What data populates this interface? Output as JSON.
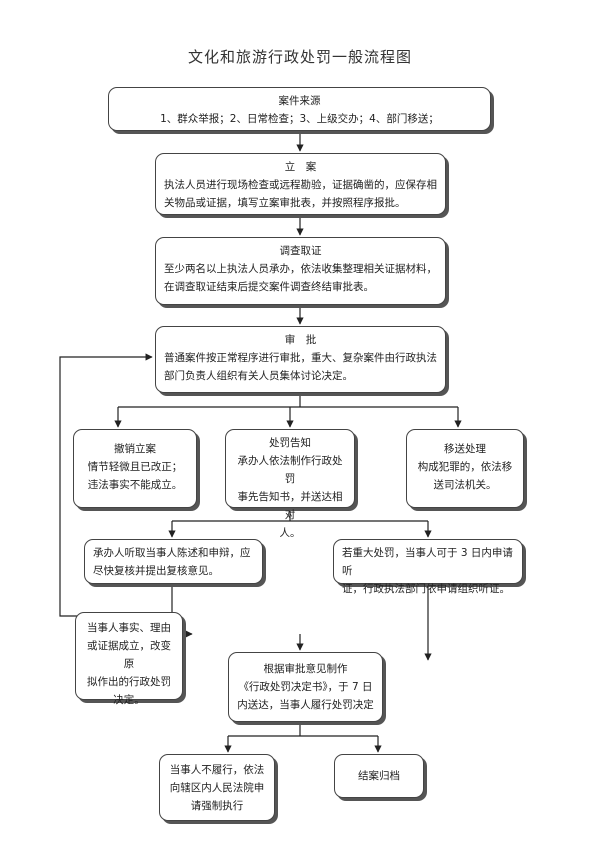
{
  "title": "文化和旅游行政处罚一般流程图",
  "nodes": {
    "source": {
      "head": "案件来源",
      "body": "1、群众举报；2、日常检查；3、上级交办；4、部门移送；"
    },
    "filing": {
      "head": "立　案",
      "body": "执法人员进行现场检查或远程勘验，证据确凿的，应保存相\n关物品或证据，填写立案审批表，并按照程序报批。"
    },
    "investigation": {
      "head": "调查取证",
      "body": "至少两名以上执法人员承办，依法收集整理相关证据材料，\n在调查取证结束后提交案件调查终结审批表。"
    },
    "approval": {
      "head": "审　批",
      "body": "普通案件按正常程序进行审批，重大、复杂案件由行政执法\n部门负责人组织有关人员集体讨论决定。"
    },
    "revoke": {
      "head": "撤销立案",
      "body": "情节轻微且已改正；\n违法事实不能成立。"
    },
    "notice": {
      "head": "处罚告知",
      "body": "承办人依法制作行政处罚\n事先告知书，并送达相对\n人。"
    },
    "transfer": {
      "head": "移送处理",
      "body": "构成犯罪的，依法移\n送司法机关。"
    },
    "statement": {
      "body": "承办人听取当事人陈述和申辩，应\n尽快复核并提出复核意见。"
    },
    "hearing": {
      "body": "若重大处罚，当事人可于 3 日内申请听\n证，行政执法部门依申请组织听证。"
    },
    "change": {
      "body": "当事人事实、理由\n或证据成立，改变原\n拟作出的行政处罚\n决定。"
    },
    "decision": {
      "body": "根据审批意见制作\n《行政处罚决定书》，于 7 日\n内送达，当事人履行处罚决定"
    },
    "enforce": {
      "body": "当事人不履行，依法\n向辖区内人民法院申\n请强制执行"
    },
    "close": {
      "body": "结案归档"
    }
  }
}
